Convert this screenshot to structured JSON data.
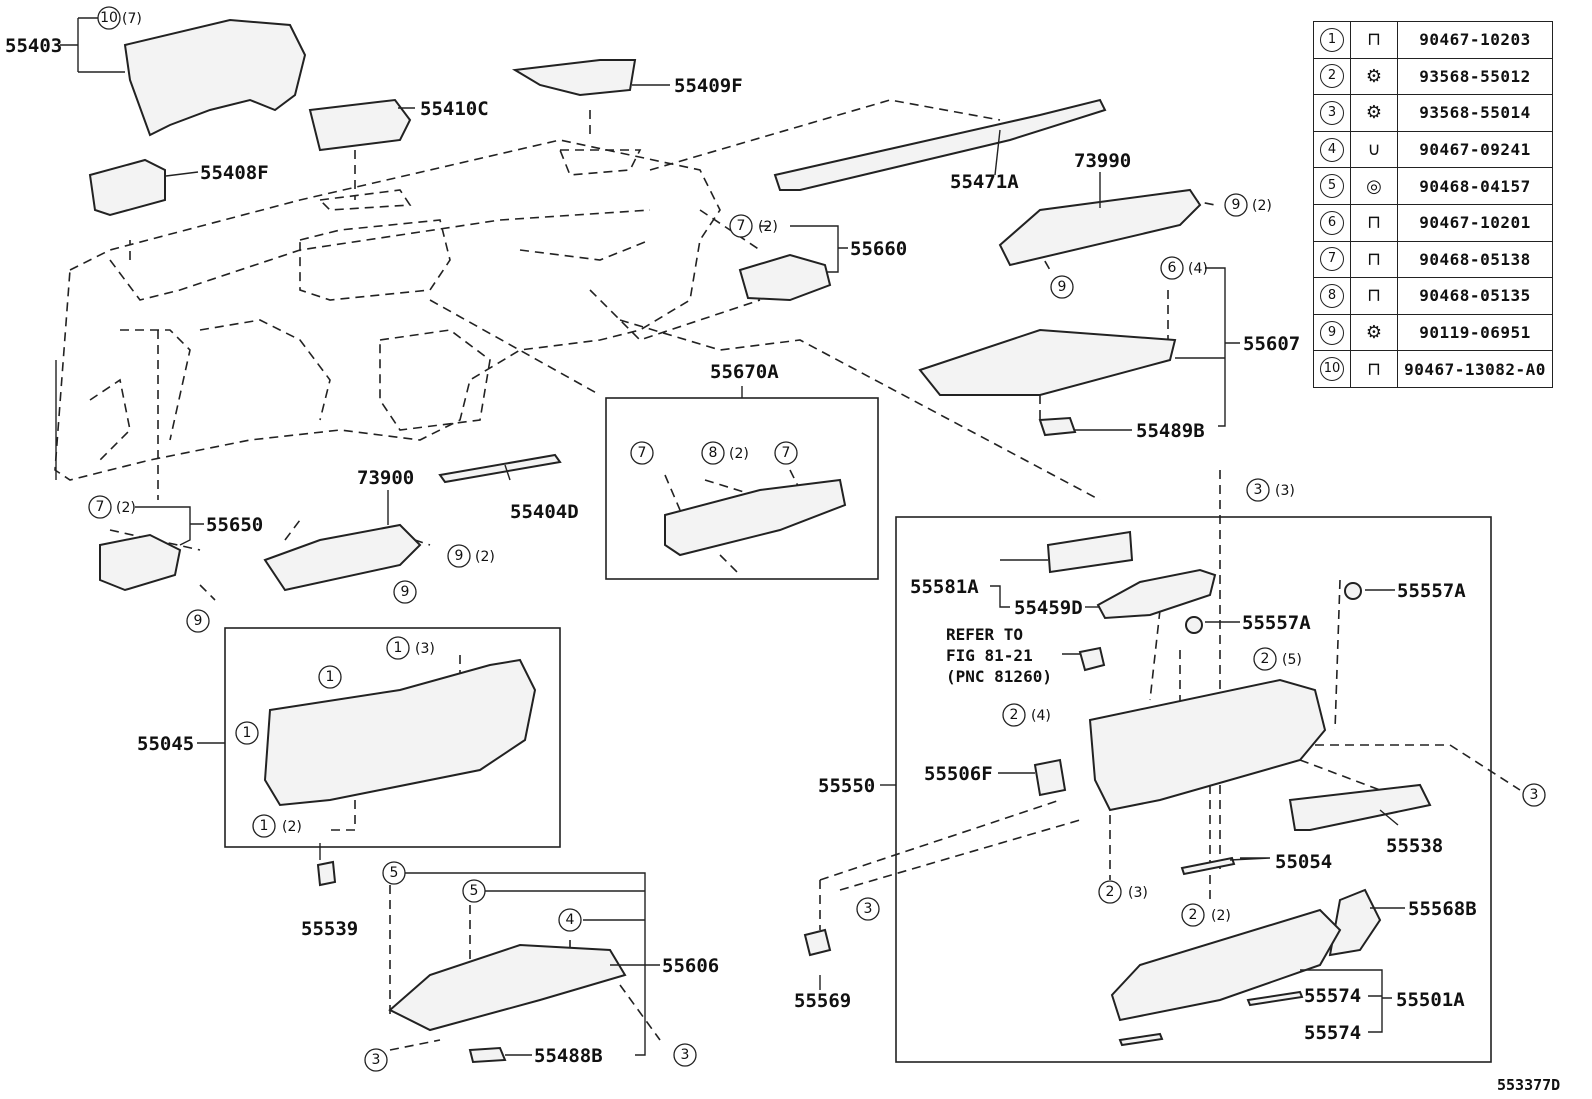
{
  "figure_id": "553377D",
  "legend": [
    {
      "no": "1",
      "icon": "clip-icon",
      "glyph": "⊓",
      "part": "90467-10203"
    },
    {
      "no": "2",
      "icon": "screw-icon",
      "glyph": "⚙",
      "part": "93568-55012"
    },
    {
      "no": "3",
      "icon": "screw-icon",
      "glyph": "⚙",
      "part": "93568-55014"
    },
    {
      "no": "4",
      "icon": "clip-icon",
      "glyph": "∪",
      "part": "90467-09241"
    },
    {
      "no": "5",
      "icon": "clip-icon",
      "glyph": "◎",
      "part": "90468-04157"
    },
    {
      "no": "6",
      "icon": "clip-icon",
      "glyph": "⊓",
      "part": "90467-10201"
    },
    {
      "no": "7",
      "icon": "clip-icon",
      "glyph": "⊓",
      "part": "90468-05138"
    },
    {
      "no": "8",
      "icon": "clip-icon",
      "glyph": "⊓",
      "part": "90468-05135"
    },
    {
      "no": "9",
      "icon": "screw-icon",
      "glyph": "⚙",
      "part": "90119-06951"
    },
    {
      "no": "10",
      "icon": "clip-icon",
      "glyph": "⊓",
      "part": "90467-13082-A0"
    }
  ],
  "labels": {
    "p55403": "55403",
    "p55409F": "55409F",
    "p55410C": "55410C",
    "p55408F": "55408F",
    "p55471A": "55471A",
    "p73990": "73990",
    "p55660": "55660",
    "p55607": "55607",
    "p55489B": "55489B",
    "p55670A": "55670A",
    "p73900": "73900",
    "p55404D": "55404D",
    "p55650": "55650",
    "p55045": "55045",
    "p55539": "55539",
    "p55606": "55606",
    "p55488B": "55488B",
    "p55581A": "55581A",
    "p55459D": "55459D",
    "p55557A_1": "55557A",
    "p55557A_2": "55557A",
    "p55506F": "55506F",
    "p55550": "55550",
    "p55538": "55538",
    "p55054": "55054",
    "p55568B": "55568B",
    "p55569": "55569",
    "p55574_1": "55574",
    "p55574_2": "55574",
    "p55501A": "55501A",
    "note_line1": "REFER TO",
    "note_line2": "FIG 81-21",
    "note_line3": "(PNC 81260)"
  },
  "callouts": {
    "c10": "10",
    "c7": "7",
    "c8": "8",
    "c9": "9",
    "c6": "6",
    "c1": "1",
    "c2": "2",
    "c3": "3",
    "c4": "4",
    "c5": "5"
  },
  "quantities": {
    "q2": "(2)",
    "q3": "(3)",
    "q4": "(4)",
    "q5": "(5)",
    "q7": "(7)"
  }
}
